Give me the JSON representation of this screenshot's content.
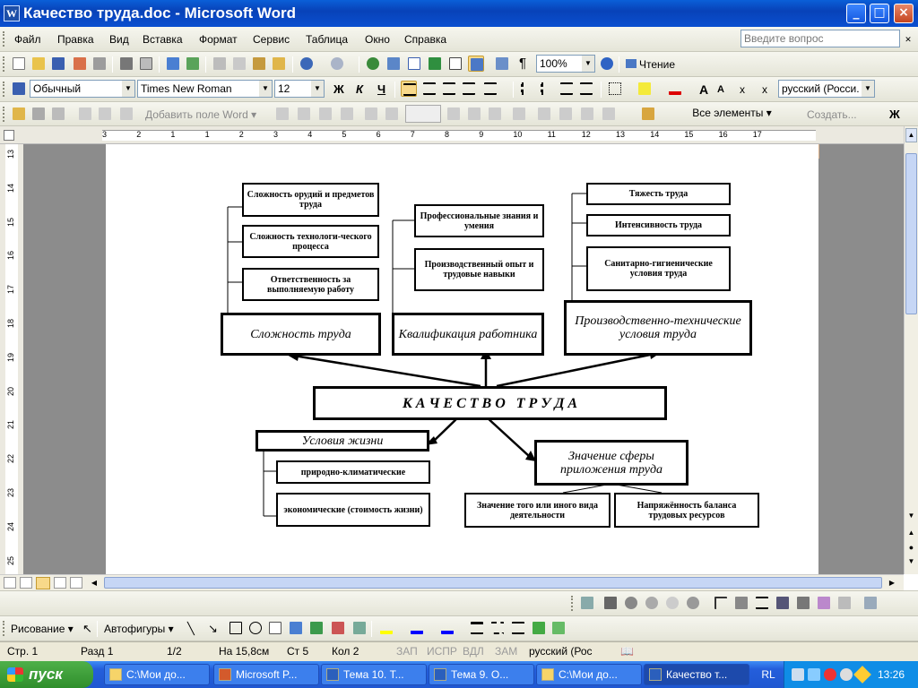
{
  "window": {
    "title": "Качество труда.doc - Microsoft Word",
    "min": "_",
    "max": "□",
    "close": "×",
    "title_icon": "W"
  },
  "menu": {
    "items": [
      "Файл",
      "Правка",
      "Вид",
      "Вставка",
      "Формат",
      "Сервис",
      "Таблица",
      "Окно",
      "Справка"
    ],
    "question_placeholder": "Введите вопрос"
  },
  "standard_toolbar": {
    "zoom": "100%",
    "reading": "Чтение"
  },
  "format_toolbar": {
    "style": "Обычный",
    "font": "Times New Roman",
    "size": "12",
    "bold": "Ж",
    "italic": "К",
    "underline": "Ч",
    "language": "русский (Росси."
  },
  "forms_toolbar": {
    "add_field": "Добавить поле Word",
    "all_elements": "Все элементы",
    "create": "Создать..."
  },
  "ruler": {
    "top_labels": [
      "3",
      "2",
      "1",
      "1",
      "2",
      "3",
      "4",
      "5",
      "6",
      "7",
      "8",
      "9",
      "10",
      "11",
      "12",
      "13",
      "14",
      "15",
      "16",
      "17"
    ],
    "left_labels": [
      "13",
      "14",
      "15",
      "16",
      "17",
      "18",
      "19",
      "20",
      "21",
      "22",
      "23",
      "24",
      "25"
    ]
  },
  "diagram": {
    "left_group": {
      "sub": [
        "Сложность орудий и предметов труда",
        "Сложность технологи-ческого процесса",
        "Ответственность за выполняемую работу"
      ],
      "main": "Сложность труда"
    },
    "mid_group": {
      "sub": [
        "Профессиональные знания и умения",
        "Производственный опыт и трудовые навыки"
      ],
      "main": "Квалификация работника"
    },
    "right_group": {
      "sub": [
        "Тяжесть труда",
        "Интенсивность труда",
        "Санитарно-гигиенические условия труда"
      ],
      "main": "Производственно-технические условия труда"
    },
    "center": "К А Ч Е С Т В О   Т Р У Д А",
    "lower_left": {
      "main": "Условия жизни",
      "sub": [
        "природно-климатические",
        "экономические (стоимость жизни)"
      ]
    },
    "lower_right": {
      "main": "Значение сферы приложения труда",
      "sub": [
        "Значение того или иного вида деятельности",
        "Напряжённость баланса трудовых ресурсов"
      ]
    }
  },
  "drawing_toolbar": {
    "draw": "Рисование",
    "autoshapes": "Автофигуры"
  },
  "status": {
    "page": "Стр. 1",
    "section": "Разд 1",
    "pages": "1/2",
    "at": "На 15,8см",
    "line": "Ст 5",
    "col": "Кол 2",
    "rec": "ЗАП",
    "trk": "ИСПР",
    "ext": "ВДЛ",
    "ovr": "ЗАМ",
    "lang": "русский (Рос"
  },
  "taskbar": {
    "start": "пуск",
    "tasks": [
      "C:\\Мои до...",
      "Microsoft P...",
      "Тема 10. Т...",
      "Тема 9. О...",
      "C:\\Мои до...",
      "Качество т..."
    ],
    "lang": "RL",
    "clock": "13:26"
  },
  "colors": {
    "titlebar": "#0842b8",
    "taskbar": "#245edb",
    "start": "#3a9a35",
    "workspace": "#8c8c8c"
  }
}
